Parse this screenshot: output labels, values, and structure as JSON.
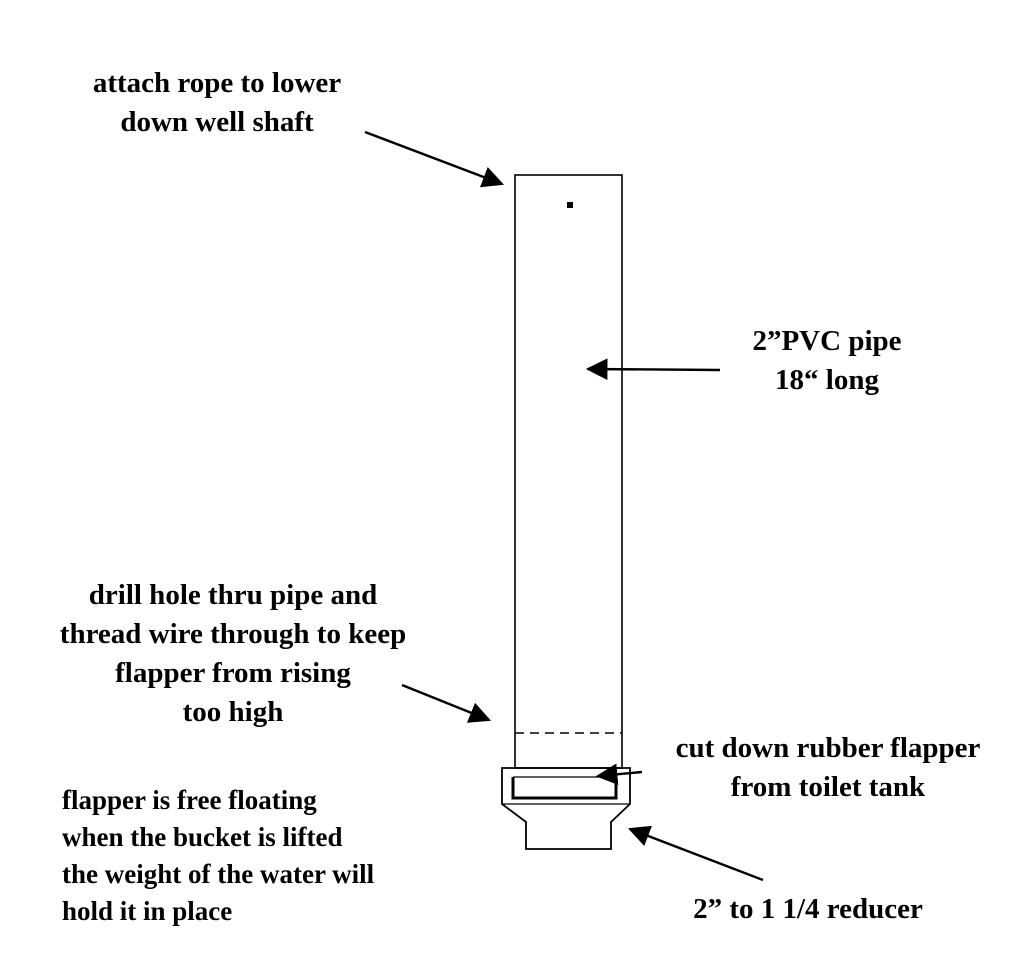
{
  "labels": {
    "rope": [
      "attach rope to lower",
      "down well shaft"
    ],
    "pipe": [
      "2”PVC pipe",
      "18“ long"
    ],
    "drill": [
      "drill hole thru pipe and",
      "thread wire through to keep",
      "flapper from rising",
      "too high"
    ],
    "flapper": [
      "cut down rubber flapper",
      "from toilet tank"
    ],
    "note": [
      "flapper is free floating",
      "when the bucket is lifted",
      "the weight of the water will",
      "hold it in place"
    ],
    "reducer": "2” to 1 1/4 reducer"
  },
  "colors": {
    "ink": "#000000",
    "background": "#ffffff"
  }
}
